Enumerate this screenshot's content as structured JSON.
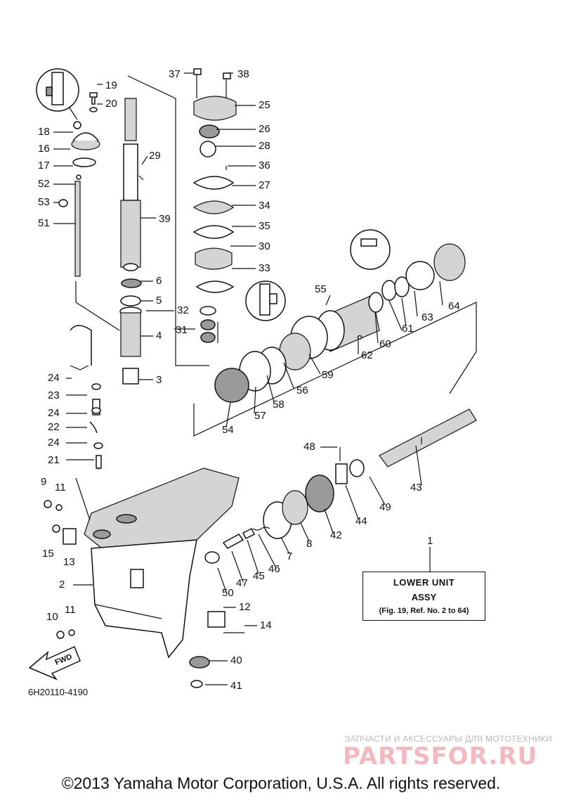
{
  "title_box": {
    "line1": "LOWER UNIT",
    "line2": "ASSY",
    "line3": "(Fig. 19, Ref. No. 2 to 64)"
  },
  "drawing_code": "6H20110-4190",
  "fwd_label": "FWD",
  "callout_1": "1",
  "watermark": {
    "subtitle": "ЗАПЧАСТИ И АКСЕССУАРЫ ДЛЯ МОТОТЕХНИКИ",
    "logo": "PARTSFOR.RU"
  },
  "copyright": "©2013 Yamaha Motor Corporation, U.S.A. All rights reserved.",
  "callouts": [
    {
      "id": "c37",
      "label": "37"
    },
    {
      "id": "c38",
      "label": "38"
    },
    {
      "id": "c19",
      "label": "19"
    },
    {
      "id": "c20",
      "label": "20"
    },
    {
      "id": "c25",
      "label": "25"
    },
    {
      "id": "c18",
      "label": "18"
    },
    {
      "id": "c26",
      "label": "26"
    },
    {
      "id": "c16",
      "label": "16"
    },
    {
      "id": "c28",
      "label": "28"
    },
    {
      "id": "c29",
      "label": "29"
    },
    {
      "id": "c17",
      "label": "17"
    },
    {
      "id": "c36",
      "label": "36"
    },
    {
      "id": "c52",
      "label": "52"
    },
    {
      "id": "c27",
      "label": "27"
    },
    {
      "id": "c53",
      "label": "53"
    },
    {
      "id": "c34",
      "label": "34"
    },
    {
      "id": "c51",
      "label": "51"
    },
    {
      "id": "c39",
      "label": "39"
    },
    {
      "id": "c35",
      "label": "35"
    },
    {
      "id": "c30",
      "label": "30"
    },
    {
      "id": "c33",
      "label": "33"
    },
    {
      "id": "c6",
      "label": "6"
    },
    {
      "id": "c5",
      "label": "5"
    },
    {
      "id": "c55",
      "label": "55"
    },
    {
      "id": "c32",
      "label": "32"
    },
    {
      "id": "c64",
      "label": "64"
    },
    {
      "id": "c63",
      "label": "63"
    },
    {
      "id": "c61",
      "label": "61"
    },
    {
      "id": "c31",
      "label": "31"
    },
    {
      "id": "c4",
      "label": "4"
    },
    {
      "id": "c60",
      "label": "60"
    },
    {
      "id": "c62",
      "label": "62"
    },
    {
      "id": "c59",
      "label": "59"
    },
    {
      "id": "c24a",
      "label": "24"
    },
    {
      "id": "c3",
      "label": "3"
    },
    {
      "id": "c56",
      "label": "56"
    },
    {
      "id": "c23",
      "label": "23"
    },
    {
      "id": "c58",
      "label": "58"
    },
    {
      "id": "c57",
      "label": "57"
    },
    {
      "id": "c24b",
      "label": "24"
    },
    {
      "id": "c22",
      "label": "22"
    },
    {
      "id": "c54",
      "label": "54"
    },
    {
      "id": "c24c",
      "label": "24"
    },
    {
      "id": "c48",
      "label": "48"
    },
    {
      "id": "c21",
      "label": "21"
    },
    {
      "id": "c43",
      "label": "43"
    },
    {
      "id": "c9",
      "label": "9"
    },
    {
      "id": "c11a",
      "label": "11"
    },
    {
      "id": "c49",
      "label": "49"
    },
    {
      "id": "c44",
      "label": "44"
    },
    {
      "id": "c42",
      "label": "42"
    },
    {
      "id": "c8",
      "label": "8"
    },
    {
      "id": "c15",
      "label": "15"
    },
    {
      "id": "c13",
      "label": "13"
    },
    {
      "id": "c7",
      "label": "7"
    },
    {
      "id": "c46",
      "label": "46"
    },
    {
      "id": "c45",
      "label": "45"
    },
    {
      "id": "c2",
      "label": "2"
    },
    {
      "id": "c47",
      "label": "47"
    },
    {
      "id": "c50",
      "label": "50"
    },
    {
      "id": "c12",
      "label": "12"
    },
    {
      "id": "c10",
      "label": "10"
    },
    {
      "id": "c11b",
      "label": "11"
    },
    {
      "id": "c14",
      "label": "14"
    },
    {
      "id": "c40",
      "label": "40"
    },
    {
      "id": "c41",
      "label": "41"
    }
  ]
}
